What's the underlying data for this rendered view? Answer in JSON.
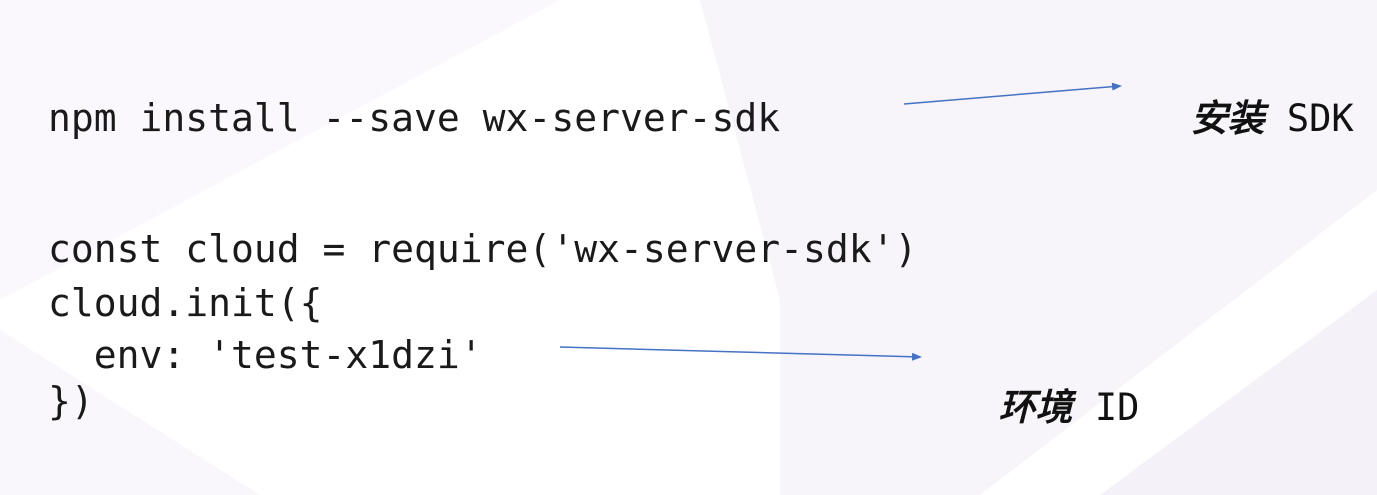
{
  "code": {
    "install_line": "npm install --save wx-server-sdk",
    "require_line": "const cloud = require('wx-server-sdk')",
    "init_line": "cloud.init({",
    "env_line": "  env: 'test-x1dzi'",
    "close_line": "})"
  },
  "annotations": {
    "install_sdk": {
      "cjk": "安装",
      "latin": "SDK"
    },
    "env_id": {
      "cjk": "环境",
      "latin": "ID"
    }
  },
  "colors": {
    "arrow": "#4472c4",
    "text": "#1a1a1a",
    "background_shape": "#f6f4fa"
  }
}
